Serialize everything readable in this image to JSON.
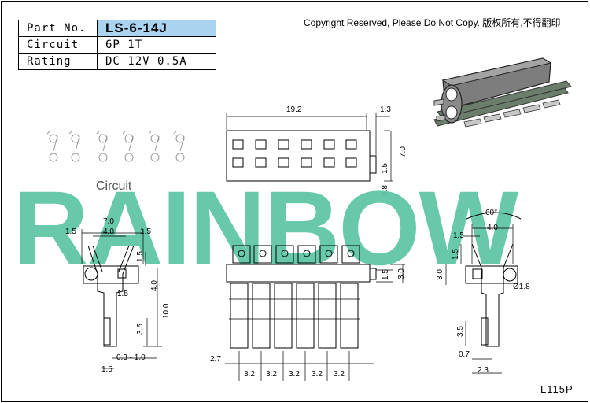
{
  "spec_table": {
    "part_no_label": "Part No.",
    "part_no_value": "LS-6-14J",
    "circuit_label": "Circuit",
    "circuit_value": "6P 1T",
    "rating_label": "Rating",
    "rating_value": "DC 12V 0.5A",
    "highlight_color": "#a9d3ee"
  },
  "copyright": "Copyright Reserved, Please Do Not Copy. 版权所有,不得翻印",
  "watermark": {
    "text": "RAINBOW",
    "color": "#5fc6a6"
  },
  "circuit_label": "Circuit",
  "drawing_code": "L115P",
  "dimensions": {
    "top_width": "19.2",
    "top_offset": "1.3",
    "top_height": "7.0",
    "top_small_1": "1.5",
    "top_small_2": "0.8",
    "left_width_total": "7.0",
    "left_inner": "4.0",
    "left_side_a": "1.5",
    "left_side_b": "1.5",
    "left_vert_1": "1.5",
    "left_vert_2": "1.5",
    "left_vert_3": "4.0",
    "left_vert_4": "3.5",
    "left_vert_5": "10.0",
    "left_range": "0.3 - 1.0",
    "left_bottom": "1.5",
    "front_height_1": "1.5",
    "front_height_2": "3.0",
    "front_left": "2.7",
    "pitch_1": "3.2",
    "pitch_2": "3.2",
    "pitch_3": "3.2",
    "pitch_4": "3.2",
    "pitch_5": "3.2",
    "right_angle": "60°",
    "right_inner": "4.0",
    "right_side": "1.5",
    "right_vert_1": "1.5",
    "right_vert_2": "3.0",
    "right_dia": "Ø1.8",
    "right_vert_3": "3.5",
    "right_bottom_1": "0.7",
    "right_bottom_2": "2.3"
  }
}
